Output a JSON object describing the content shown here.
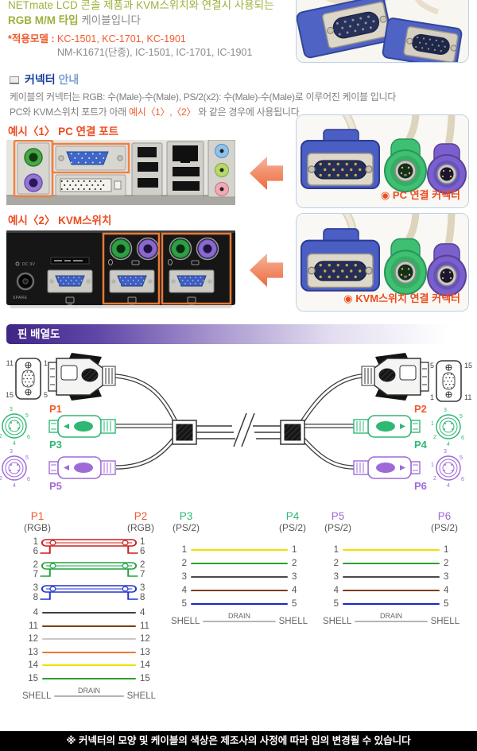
{
  "intro": {
    "line1": "NETmate LCD 콘솔 제품과 KVM스위치와 연결시 사용되는",
    "line2_bold": "RGB M/M 타입",
    "line2_rest": " 케이블입니다",
    "model_label": "*적용모델 : ",
    "models_primary": "KC-1501, KC-1701, KC-1901",
    "models_secondary": "NM-K1671(단종), IC-1501, IC-1701, IC-1901"
  },
  "guide": {
    "title_strong": "커넥터",
    "title_rest": " 안내",
    "desc1": "케이블의 커넥터는 RGB: 수(Male)-수(Male), PS/2(x2): 수(Male)-수(Male)로 이루어진 케이블 입니다",
    "desc2_pre": "PC와 KVM스위치 포트가 아래 ",
    "desc2_highlight": "예시〈1〉,〈2〉",
    "desc2_post": " 와 같은 경우에 사용됩니다"
  },
  "example1": {
    "title": "예시〈1〉 PC 연결 포트",
    "caption": "◉ PC 연결 커넥터"
  },
  "example2": {
    "title": "예시〈2〉 KVM스위치",
    "caption": "◉ KVM스위치 연결 커넥터"
  },
  "kvm_photo": {
    "spare_label": "SPARE",
    "dc_label": "DC 9V"
  },
  "pin_section": {
    "title": "핀 배열도"
  },
  "diagram": {
    "labels": {
      "p1": "P1",
      "p2": "P2",
      "p3": "P3",
      "p4": "P4",
      "p5": "P5",
      "p6": "P6"
    },
    "label_colors": {
      "rgb": "#f15a2b",
      "green": "#2eb873",
      "purple": "#9f6ad8"
    },
    "vga_left_corners": {
      "tl": "11",
      "tr": "1",
      "bl": "15",
      "br": "5"
    },
    "vga_right_corners": {
      "tl": "5",
      "tr": "15",
      "bl": "1",
      "br": "11"
    },
    "ps2_pin_numbers": [
      "1",
      "2",
      "3",
      "4",
      "5",
      "6"
    ]
  },
  "pin_tables": [
    {
      "left": {
        "name": "P1",
        "type": "(RGB)"
      },
      "right": {
        "name": "P2",
        "type": "(RGB)"
      },
      "name_color": "#f15a2b",
      "coax_rows": [
        {
          "top": "1",
          "bottom": "6",
          "color": "#cc1f1f"
        },
        {
          "top": "2",
          "bottom": "7",
          "color": "#1fa33f"
        },
        {
          "top": "3",
          "bottom": "8",
          "color": "#2233cc"
        }
      ],
      "wire_rows": [
        {
          "pin": "4",
          "color": "#3f3f3f"
        },
        {
          "pin": "11",
          "color": "#7d3e10"
        },
        {
          "pin": "12",
          "color": "#c8c8c8"
        },
        {
          "pin": "13",
          "color": "#f2772a"
        },
        {
          "pin": "14",
          "color": "#f0e000"
        },
        {
          "pin": "15",
          "color": "#2aa32a"
        }
      ],
      "shell": "SHELL",
      "drain": "DRAIN"
    },
    {
      "left": {
        "name": "P3",
        "type": "(PS/2)"
      },
      "right": {
        "name": "P4",
        "type": "(PS/2)"
      },
      "name_color": "#2eb873",
      "coax_rows": [],
      "wire_rows": [
        {
          "pin": "1",
          "color": "#f0e000"
        },
        {
          "pin": "2",
          "color": "#2aa32a"
        },
        {
          "pin": "3",
          "color": "#4a4a4a"
        },
        {
          "pin": "4",
          "color": "#7d3e10"
        },
        {
          "pin": "5",
          "color": "#1628c8"
        }
      ],
      "shell": "SHELL",
      "drain": "DRAIN"
    },
    {
      "left": {
        "name": "P5",
        "type": "(PS/2)"
      },
      "right": {
        "name": "P6",
        "type": "(PS/2)"
      },
      "name_color": "#9f6ad8",
      "coax_rows": [],
      "wire_rows": [
        {
          "pin": "1",
          "color": "#f0e000"
        },
        {
          "pin": "2",
          "color": "#2aa32a"
        },
        {
          "pin": "3",
          "color": "#4a4a4a"
        },
        {
          "pin": "4",
          "color": "#7d3e10"
        },
        {
          "pin": "5",
          "color": "#1628c8"
        }
      ],
      "shell": "SHELL",
      "drain": "DRAIN"
    }
  ],
  "footer": {
    "note": "※ 커넥터의 모양 및 케이블의 색상은 제조사의 사정에 따라 임의 변경될 수 있습니다"
  }
}
